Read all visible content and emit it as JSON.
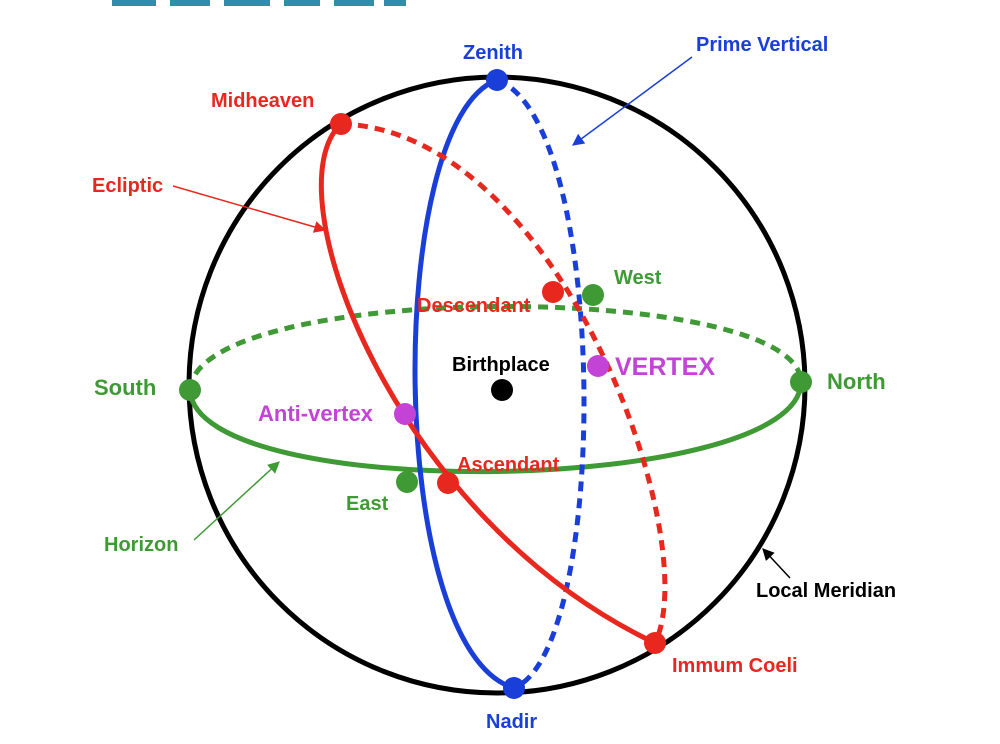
{
  "colors": {
    "meridian": "#000000",
    "ecliptic": "#e8281e",
    "prime_vertical": "#1a3fd8",
    "horizon": "#3f9a35",
    "vertex": "#c243d6",
    "birthplace": "#000000",
    "banner": "#2f8fa8"
  },
  "labels": {
    "zenith": "Zenith",
    "nadir": "Nadir",
    "prime_vertical": "Prime Vertical",
    "midheaven": "Midheaven",
    "ecliptic": "Ecliptic",
    "west": "West",
    "descendant": "Descendant",
    "birthplace": "Birthplace",
    "vertex": "VERTEX",
    "south": "South",
    "north": "North",
    "anti_vertex": "Anti-vertex",
    "ascendant": "Ascendant",
    "east": "East",
    "horizon": "Horizon",
    "local_meridian": "Local Meridian",
    "immum_coeli": "Immum Coeli"
  }
}
